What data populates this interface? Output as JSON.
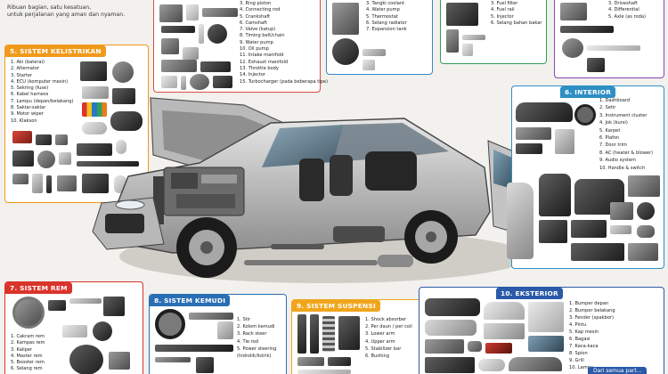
{
  "tagline": [
    "Ribuan bagian, satu kesatuan,",
    "untuk perjalanan yang aman dan nyaman."
  ],
  "colors": {
    "kelistrikan": "#f09a1c",
    "interior": "#2d8fc4",
    "rem": "#d9342b",
    "kemudi": "#2a6fb5",
    "suspensi": "#f0a51c",
    "eksterior": "#2a5aa8",
    "mesin_border": "#d94d3d",
    "pendingin_border": "#3a86c8",
    "bahan_bakar_border": "#2f9e57",
    "transmisi_border": "#8a45b5"
  },
  "mesin": {
    "items": [
      "Ring piston",
      "Connecting rod",
      "Crankshaft",
      "Camshaft",
      "Valve (katup)",
      "Timing belt/chain",
      "Water pump",
      "Oil pump",
      "Intake manifold",
      "Exhaust manifold",
      "Throttle body",
      "Injector",
      "Turbocharger (pada beberapa tipe)"
    ]
  },
  "pendingin": {
    "items": [
      "Tangki coolant",
      "Water pump",
      "Thermostat",
      "Selang radiator",
      "Expansion tank"
    ]
  },
  "bahan_bakar": {
    "items": [
      "Fuel filter",
      "Fuel rail",
      "Injector",
      "Selang bahan bakar"
    ]
  },
  "transmisi": {
    "items": [
      "Driveshaft",
      "Differential",
      "Axle (as roda)"
    ]
  },
  "kelistrikan": {
    "title": "5. SISTEM KELISTRIKAN",
    "items": [
      "Aki (baterai)",
      "Alternator",
      "Starter",
      "ECU (komputer mesin)",
      "Sekring (fuse)",
      "Kabel harness",
      "Lampu (depan/belakang)",
      "Saklar-saklar",
      "Motor wiper",
      "Klakson"
    ]
  },
  "interior": {
    "title": "6. INTERIOR",
    "items": [
      "Dashboard",
      "Setir",
      "Instrument cluster",
      "Jok (kursi)",
      "Karpet",
      "Plafon",
      "Door trim",
      "AC (heater & blower)",
      "Audio system",
      "Handle & switch"
    ]
  },
  "rem": {
    "title": "7. SISTEM REM",
    "items": [
      "Cakram rem",
      "Kampas rem",
      "Kaliper",
      "Master rem",
      "Booster rem",
      "Selang rem"
    ]
  },
  "kemudi": {
    "title": "8. SISTEM KEMUDI",
    "items": [
      "Stir",
      "Kolom kemudi",
      "Rack steer",
      "Tie rod",
      "Power steering (hidrolik/listrik)"
    ]
  },
  "suspensi": {
    "title": "9. SISTEM SUSPENSI",
    "items": [
      "Shock absorber",
      "Per daun / per coil",
      "Lower arm",
      "Upper arm",
      "Stabilizer bar",
      "Bushing"
    ]
  },
  "eksterior": {
    "title": "10. EKSTERIOR",
    "items": [
      "Bumper depan",
      "Bumper belakang",
      "Fender (spakbor)",
      "Pintu",
      "Kap mesin",
      "Bagasi",
      "Kaca-kaca",
      "Spion",
      "Grill",
      "Lampu"
    ]
  },
  "bottom_note": "Dari semua part..."
}
